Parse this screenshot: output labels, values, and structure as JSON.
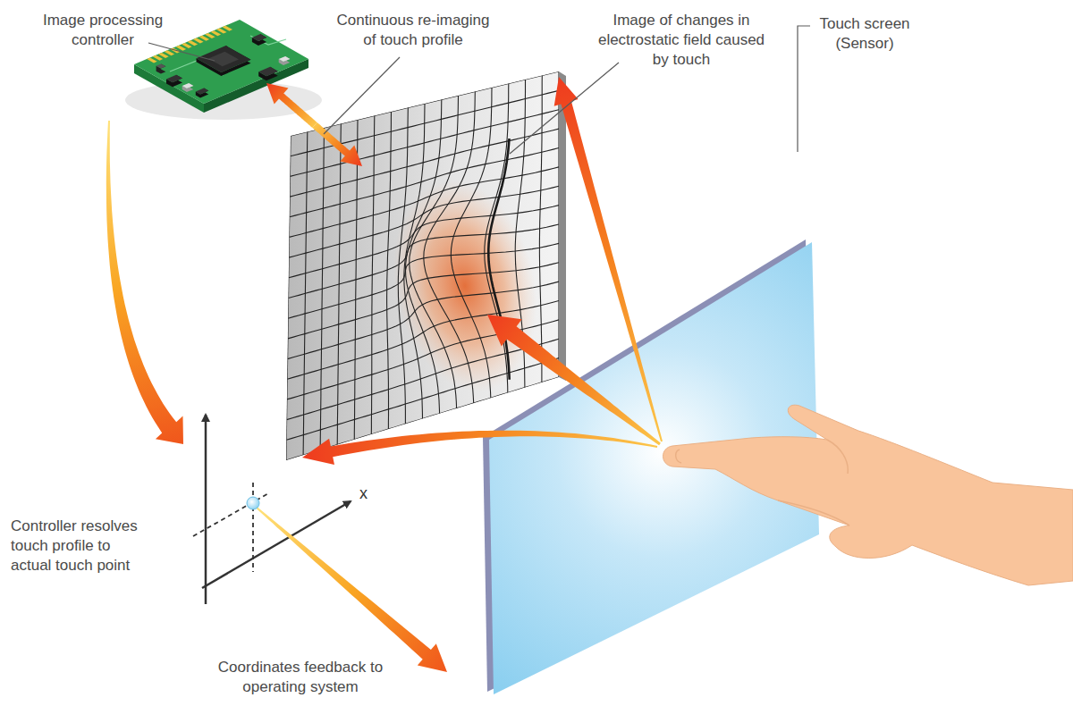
{
  "diagram": {
    "labels": [
      "Image processing controller",
      "Continuous re-imaging of touch profile",
      "Image of changes in electrostatic field caused by touch",
      "Touch screen (Sensor)",
      "Controller resolves touch profile to actual touch point",
      "Coordinates feedback to operating system",
      "x"
    ]
  }
}
